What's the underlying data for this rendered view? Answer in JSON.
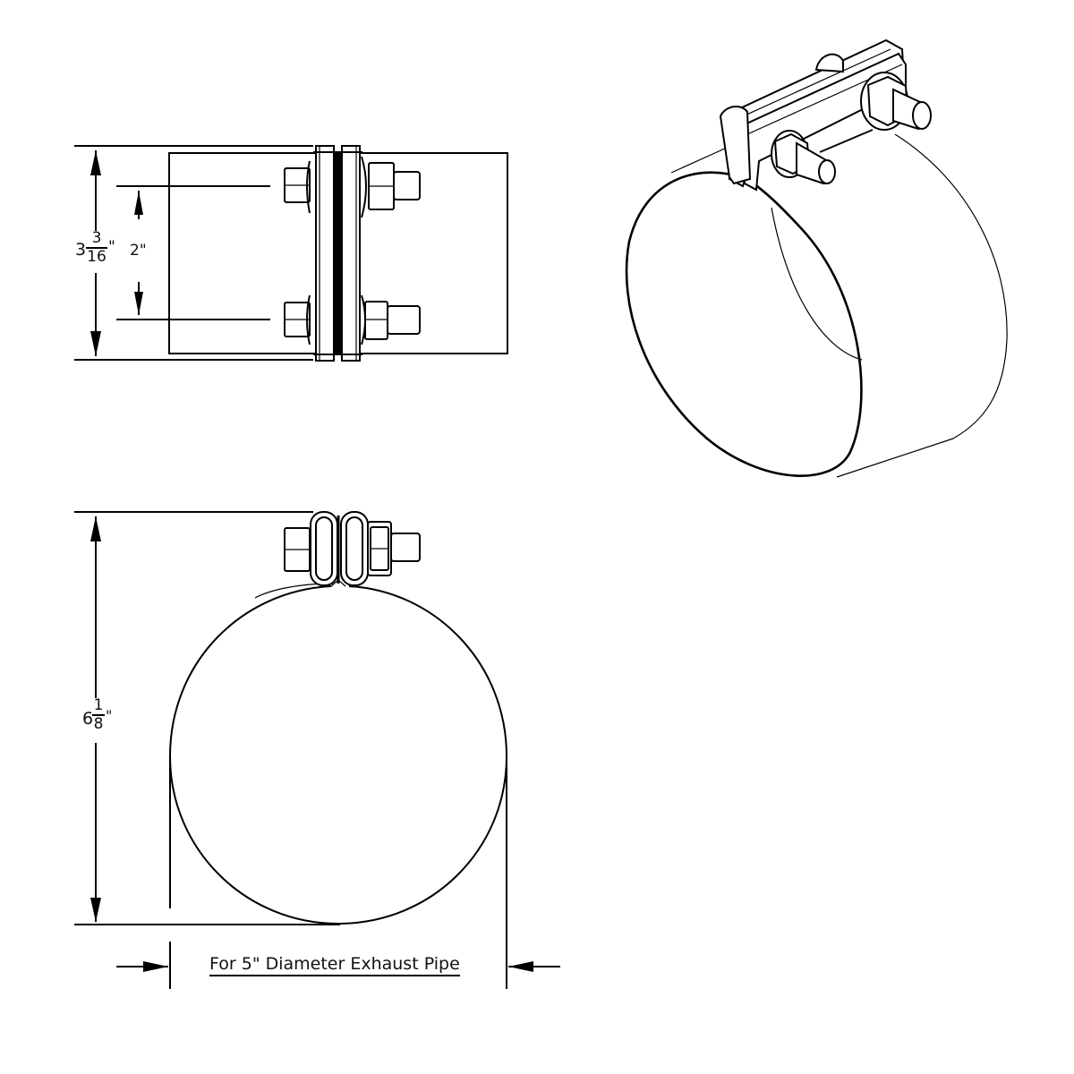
{
  "drawing": {
    "title": "Exhaust pipe band clamp technical drawing",
    "views": [
      "side-view",
      "front-view",
      "isometric-view"
    ],
    "line_color": "#000000",
    "background": "#ffffff"
  },
  "dimensions": {
    "overall_width": {
      "whole": "3",
      "numerator": "3",
      "denominator": "16",
      "unit": "\""
    },
    "bolt_spacing": {
      "value": "2",
      "unit": "\"",
      "text": "2\""
    },
    "overall_height": {
      "whole": "6",
      "numerator": "1",
      "denominator": "8",
      "unit": "\""
    }
  },
  "caption": {
    "text": "For 5\" Diameter Exhaust Pipe"
  }
}
